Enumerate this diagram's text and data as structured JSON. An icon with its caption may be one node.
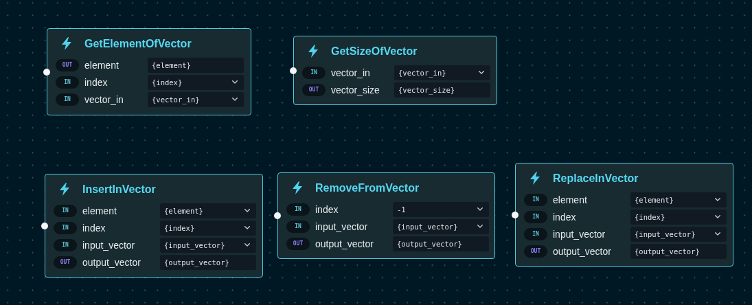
{
  "diagram": {
    "nodes": [
      {
        "text": [
          "GetElementOfVector",
          "OUT",
          "element",
          "{element}",
          "IN",
          "index",
          "{index}",
          "IN",
          "vector_in",
          "{vector_in}"
        ]
      },
      {
        "text": [
          "GetSizeOfVector",
          "IN",
          "vector_in",
          "{vector_in}",
          "OUT",
          "vector_size",
          "{vector_size}"
        ]
      },
      {
        "text": [
          "InsertInVector",
          "IN",
          "element",
          "{element}",
          "IN",
          "index",
          "{index}",
          "IN",
          "input_vector",
          "{input_vector}",
          "OUT",
          "output_vector",
          "{output_vector}"
        ]
      },
      {
        "text": [
          "RemoveFromVector",
          "IN",
          "index",
          "-1",
          "IN",
          "input_vector",
          "{input_vector}",
          "OUT",
          "output_vector",
          "{output_vector}"
        ]
      },
      {
        "text": [
          "ReplaceInVector",
          "IN",
          "element",
          "{element}",
          "IN",
          "index",
          "{index}",
          "IN",
          "input_vector",
          "{input_vector}",
          "OUT",
          "output_vector",
          "{output_vector}"
        ]
      }
    ],
    "edges": []
  }
}
